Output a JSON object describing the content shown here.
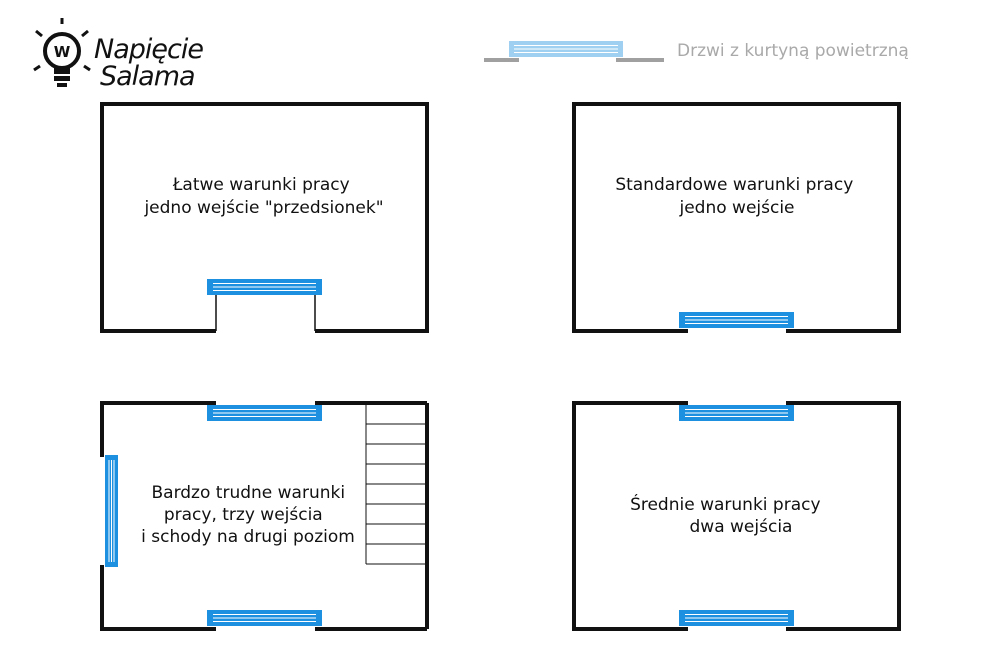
{
  "brand": {
    "line1": "Napięcie",
    "line2": "Salama",
    "bulb_letter": "W"
  },
  "legend": {
    "label": "Drzwi z kurtyną powietrzną"
  },
  "rooms": [
    {
      "id": "room-easy",
      "lines": [
        "Łatwe warunki pracy",
        "jedno wejście \"przedsionek\""
      ]
    },
    {
      "id": "room-standard",
      "lines": [
        "Standardowe warunki pracy",
        "jedno wejście"
      ]
    },
    {
      "id": "room-very-hard",
      "lines": [
        "Bardzo trudne warunki",
        "pracy, trzy wejścia",
        "i schody na drugi poziom"
      ]
    },
    {
      "id": "room-medium",
      "lines": [
        "Średnie warunki pracy",
        "dwa wejścia"
      ]
    }
  ],
  "colors": {
    "wall": "#111111",
    "curtain": "#1e90e0",
    "curtain_light": "#9fd0f2",
    "legend_wall": "#a0a0a0",
    "legend_text": "#a9a9a9"
  }
}
